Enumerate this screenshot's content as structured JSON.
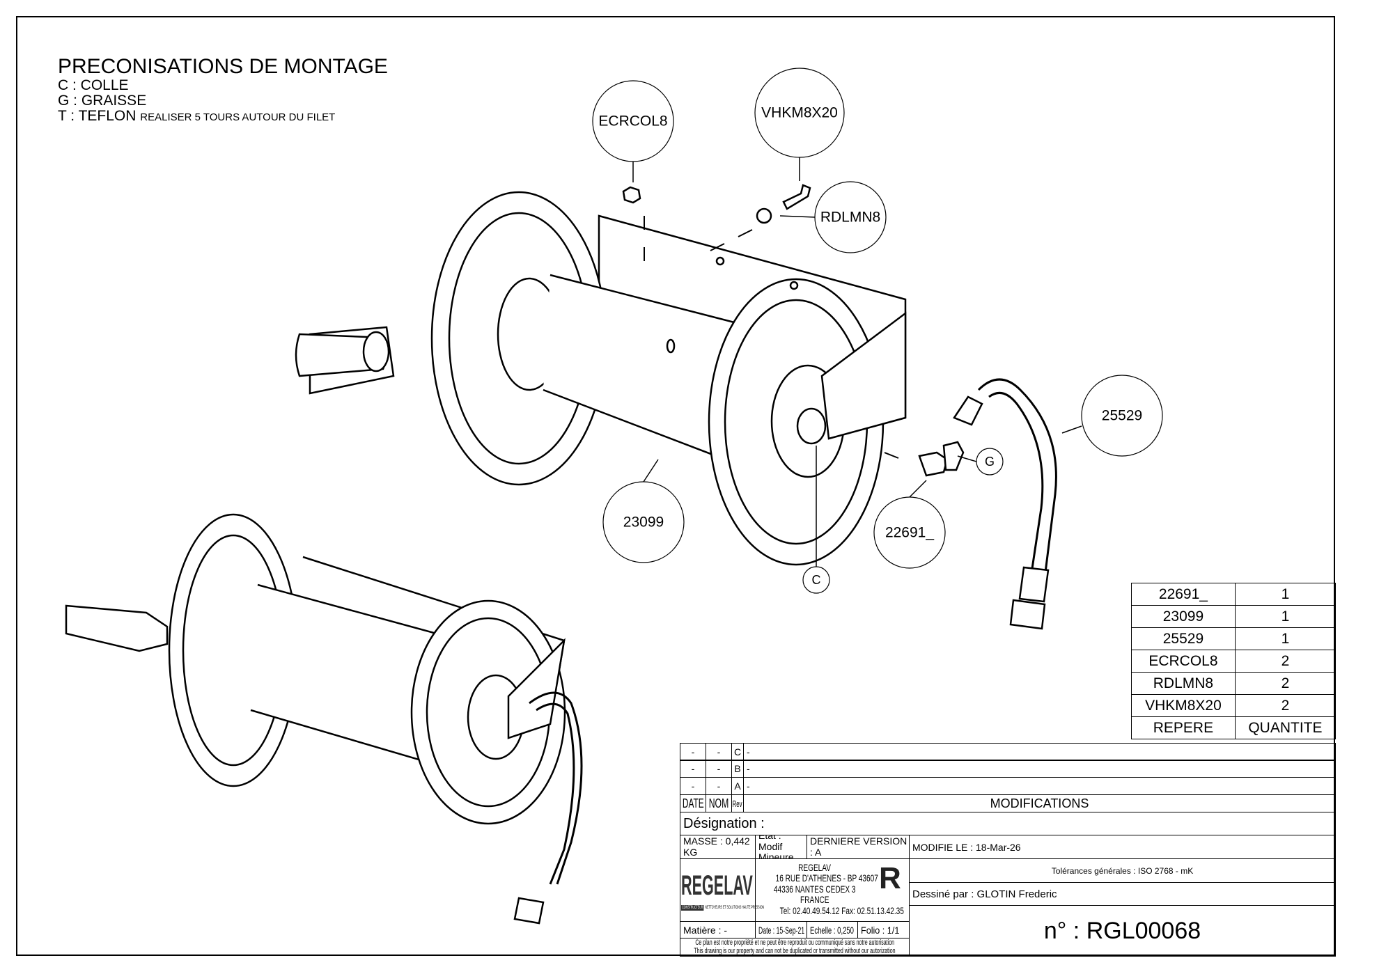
{
  "notes": {
    "title": "PRECONISATIONS DE MONTAGE",
    "colle": "C : COLLE",
    "graisse": "G : GRAISSE",
    "teflon": "T : TEFLON",
    "teflon_detail": "REALISER 5 TOURS AUTOUR DU FILET"
  },
  "balloons": {
    "ecrcol8": "ECRCOL8",
    "vhkm8x20": "VHKM8X20",
    "rdlmn8": "RDLMN8",
    "p25529": "25529",
    "p23099": "23099",
    "p22691": "22691_",
    "g": "G",
    "c": "C"
  },
  "bom": {
    "rows": [
      {
        "repere": "22691_",
        "quantite": "1"
      },
      {
        "repere": "23099",
        "quantite": "1"
      },
      {
        "repere": "25529",
        "quantite": "1"
      },
      {
        "repere": "ECRCOL8",
        "quantite": "2"
      },
      {
        "repere": "RDLMN8",
        "quantite": "2"
      },
      {
        "repere": "VHKM8X20",
        "quantite": "2"
      }
    ],
    "header_repere": "REPERE",
    "header_quantite": "QUANTITE"
  },
  "revisions": [
    {
      "date": "-",
      "nom": "-",
      "rev": "C",
      "mod": "-"
    },
    {
      "date": "-",
      "nom": "-",
      "rev": "B",
      "mod": "-"
    },
    {
      "date": "-",
      "nom": "-",
      "rev": "A",
      "mod": "-"
    }
  ],
  "rev_header": {
    "date": "DATE",
    "nom": "NOM",
    "rev": "Rev",
    "mods": "MODIFICATIONS"
  },
  "title_block": {
    "designation": "Désignation :",
    "masse": "MASSE : 0,442 KG",
    "etat": "Etat : Modif Mineure",
    "derniere_version": "DERNIERE VERSION : A",
    "modifie_le": "MODIFIE LE : 18-Mar-26",
    "company": "REGELAV",
    "address1": "16 RUE D'ATHENES - BP 43607",
    "address2": "44336 NANTES CEDEX 3",
    "country": "FRANCE",
    "phones": "Tel:   02.40.49.54.12   Fax:   02.51.13.42.35",
    "tolerances": "Tolérances générales : ISO 2768 - mK",
    "dessine_par": "Dessiné par : GLOTIN Frederic",
    "matiere": "Matière : -",
    "date": "Date : 15-Sep-21",
    "echelle": "Echelle : 0,250",
    "folio": "Folio : 1/1",
    "numero": "n° : RGL00068",
    "disclaimer_fr": "Ce plan est notre propriété et ne peut être reproduit ou communiqué sans notre autorisation",
    "disclaimer_en": "This drawing is our property and can not be duplicated or transmitted without our autorization"
  },
  "logo": {
    "name": "REGELAV",
    "tag": "CONSTRUCTEUR",
    "tagline": "NETTOYEURS ET SOLUTIONS HAUTE PRESSION"
  }
}
